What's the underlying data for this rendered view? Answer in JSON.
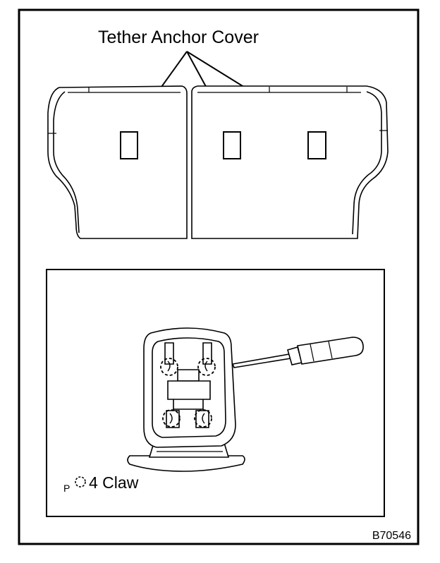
{
  "diagram": {
    "callout_label": "Tether Anchor Cover",
    "legend_prefix": "P",
    "legend_text": "4 Claw",
    "figure_code": "B70546"
  },
  "colors": {
    "line": "#000000",
    "background": "#ffffff"
  }
}
